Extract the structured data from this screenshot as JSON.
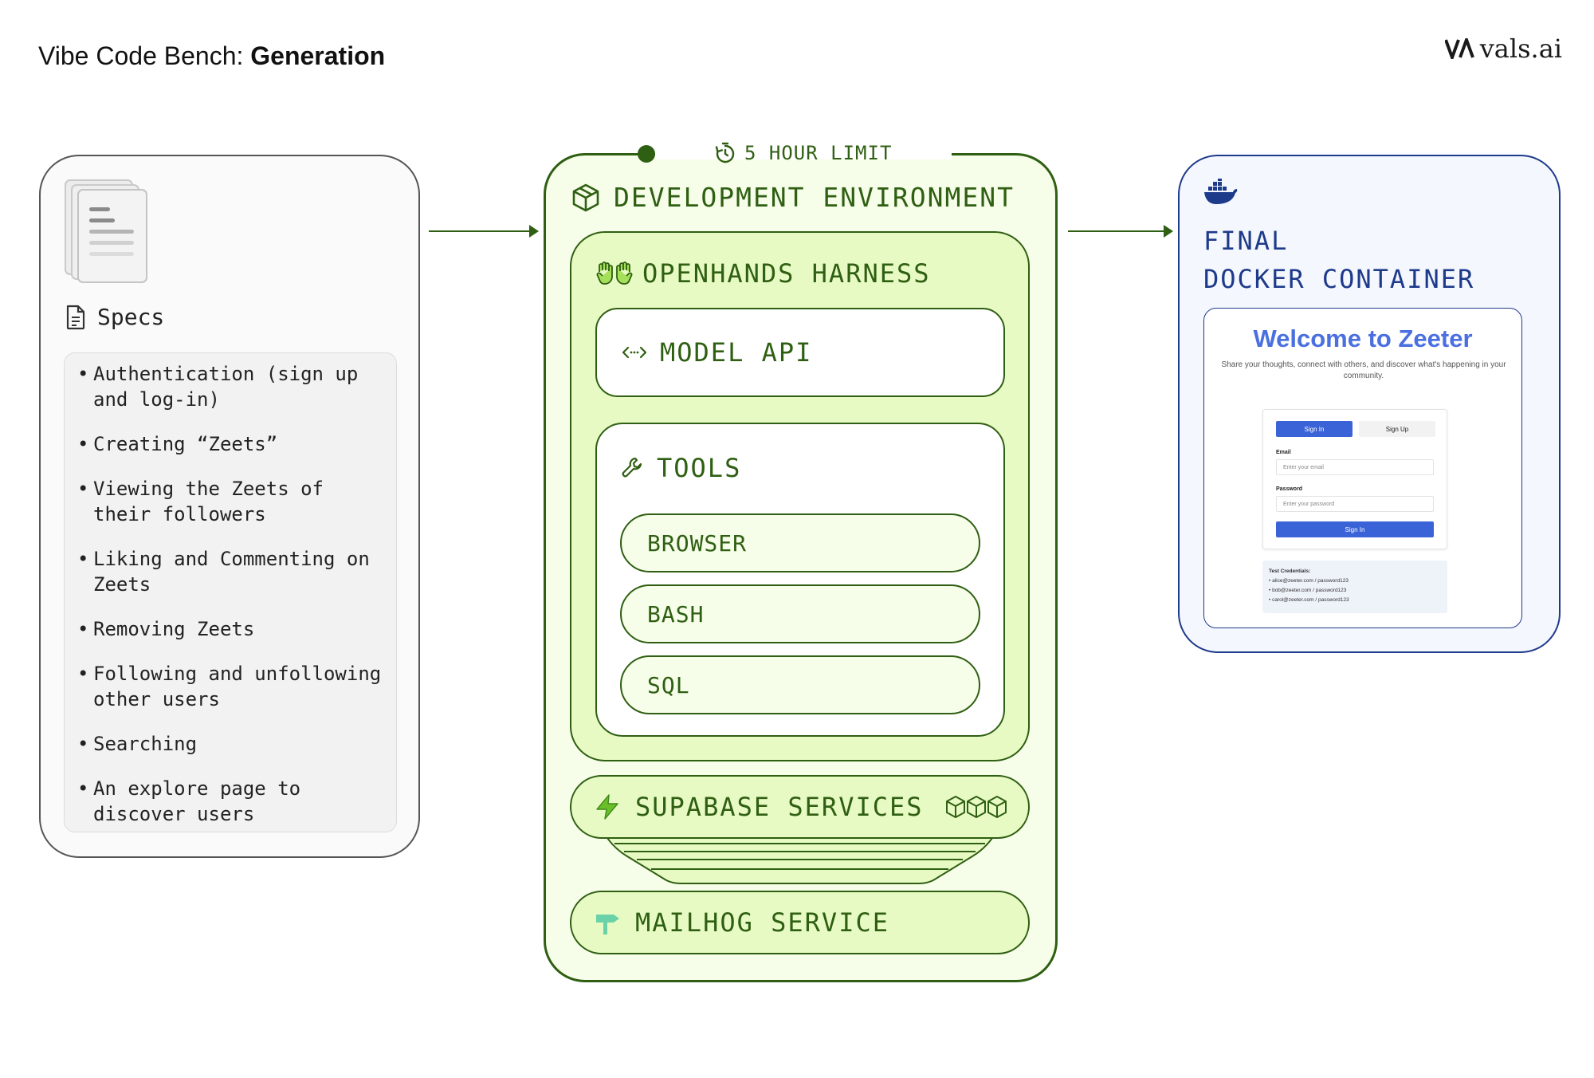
{
  "header": {
    "title_prefix": "Vibe Code Bench: ",
    "title_bold": "Generation",
    "logo_text": "vals.ai"
  },
  "specs": {
    "heading": "Specs",
    "items": [
      "Authentication (sign up and log-in)",
      "Creating “Zeets”",
      "Viewing the Zeets of their followers",
      "Liking and Commenting on Zeets",
      "Removing Zeets",
      "Following and unfollowing other users",
      "Searching",
      "An explore page to discover users"
    ]
  },
  "dev_env": {
    "time_limit": "5 HOUR LIMIT",
    "title": "DEVELOPMENT ENVIRONMENT",
    "harness_title": "OPENHANDS HARNESS",
    "model_api": "MODEL API",
    "tools_title": "TOOLS",
    "tools": [
      "BROWSER",
      "BASH",
      "SQL"
    ],
    "supabase": "SUPABASE SERVICES",
    "mailhog": "MAILHOG SERVICE"
  },
  "docker": {
    "title_line1": "FINAL",
    "title_line2": "DOCKER CONTAINER",
    "preview": {
      "heading": "Welcome to Zeeter",
      "subtitle": "Share your thoughts, connect with others, and discover what's happening in your community.",
      "tab_signin": "Sign In",
      "tab_signup": "Sign Up",
      "email_label": "Email",
      "email_placeholder": "Enter your email",
      "password_label": "Password",
      "password_placeholder": "Enter your password",
      "signin_button": "Sign In",
      "creds_title": "Test Credentials:",
      "creds": [
        "• alice@zeeter.com / password123",
        "• bob@zeeter.com / password123",
        "• carol@zeeter.com / password123"
      ]
    }
  },
  "colors": {
    "green_dark": "#2f5f12",
    "green_fill": "#e8fac4",
    "green_light": "#f6fde8",
    "docker_blue": "#1e3a8a",
    "preview_blue": "#3b63d8"
  }
}
